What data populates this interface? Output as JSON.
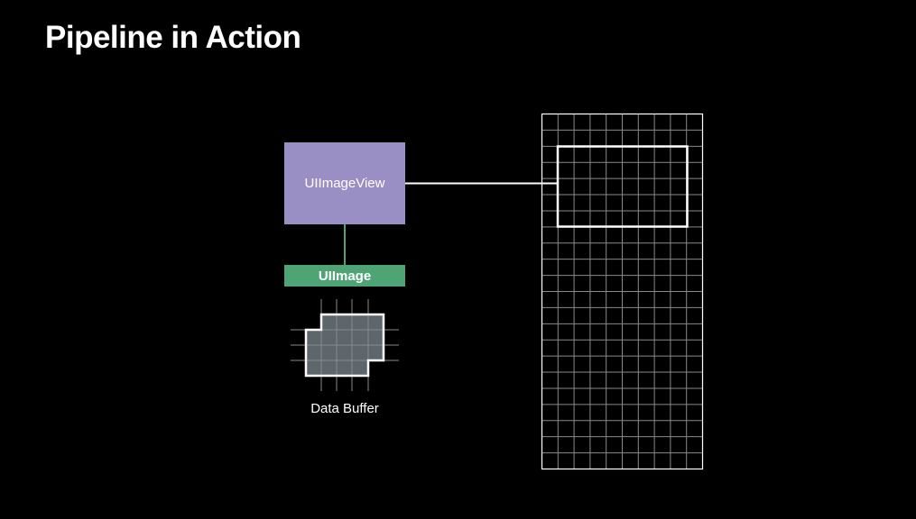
{
  "slide": {
    "title": "Pipeline in Action"
  },
  "diagram": {
    "uiimageview_label": "UIImageView",
    "uiimage_label": "UIImage",
    "data_buffer_label": "Data Buffer"
  },
  "colors": {
    "background": "#000000",
    "uiimageview_fill": "#9a8fc5",
    "uiimage_fill": "#4fa475",
    "connector_green": "#4fa475",
    "buffer_fill": "#5d666b",
    "grid_line": "#8a8a8a",
    "highlight": "#ffffff"
  }
}
